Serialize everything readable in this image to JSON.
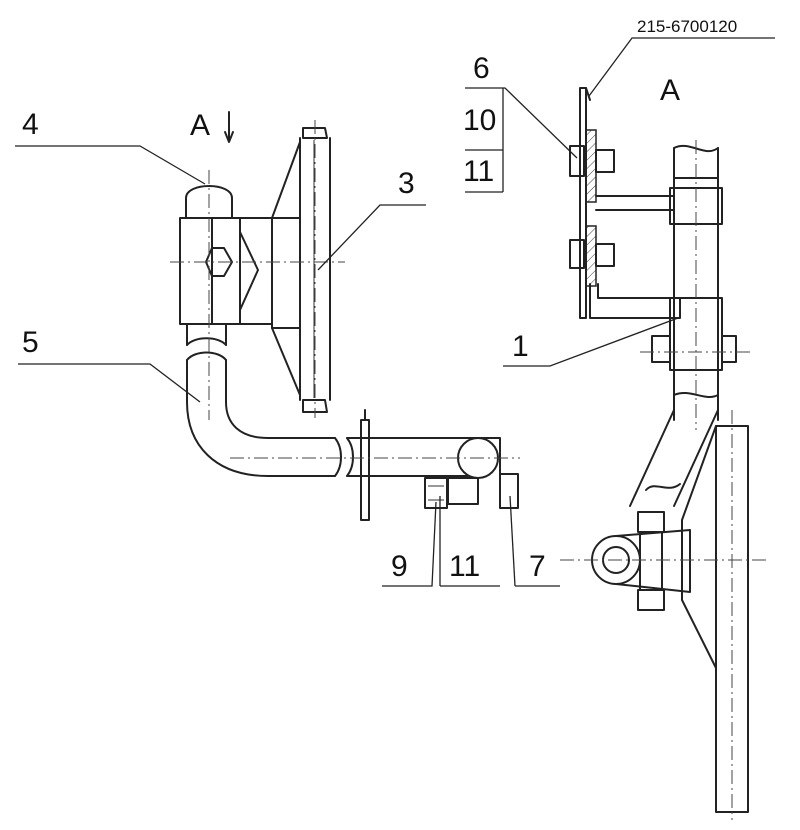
{
  "document_code": "215-6700120",
  "view_marker": "A",
  "view_title": "A",
  "callouts": {
    "c1": "1",
    "c3": "3",
    "c4": "4",
    "c5": "5",
    "c6": "6",
    "c7": "7",
    "c9": "9",
    "c10": "10",
    "c11_upper": "11",
    "c11_lower": "11"
  },
  "colors": {
    "ink": "#222222",
    "background": "#ffffff"
  }
}
